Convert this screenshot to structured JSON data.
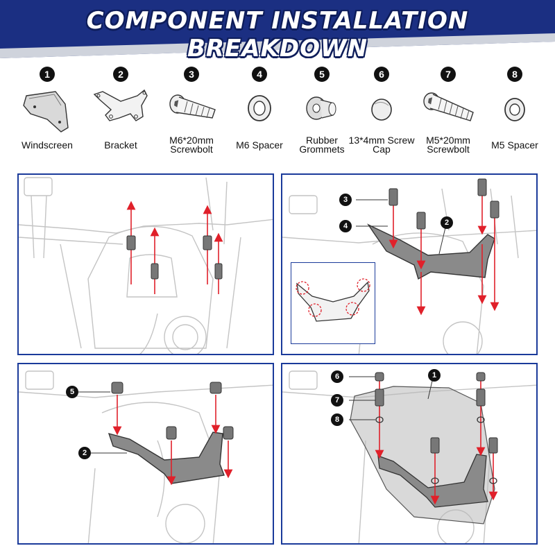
{
  "header": {
    "title": "COMPONENT INSTALLATION BREAKDOWN",
    "bg_color": "#1b2f82",
    "accent_color": "#cfd3dc"
  },
  "parts": [
    {
      "number": "1",
      "label": "Windscreen",
      "icon": "windscreen-icon"
    },
    {
      "number": "2",
      "label": "Bracket",
      "icon": "bracket-icon"
    },
    {
      "number": "3",
      "label": "M6*20mm Screwbolt",
      "icon": "screwbolt-icon"
    },
    {
      "number": "4",
      "label": "M6 Spacer",
      "icon": "spacer-icon"
    },
    {
      "number": "5",
      "label": "Rubber Grommets",
      "icon": "grommet-icon"
    },
    {
      "number": "6",
      "label": "13*4mm Screw Cap",
      "icon": "screw-cap-icon"
    },
    {
      "number": "7",
      "label": "M5*20mm Screwbolt",
      "icon": "screwbolt-icon"
    },
    {
      "number": "8",
      "label": "M5 Spacer",
      "icon": "spacer-icon"
    }
  ],
  "steps": {
    "step1": {
      "callouts": []
    },
    "step2": {
      "callouts": [
        "3",
        "4",
        "2"
      ]
    },
    "step3": {
      "callouts": [
        "5",
        "2"
      ]
    },
    "step4": {
      "callouts": [
        "6",
        "7",
        "8",
        "1"
      ]
    }
  },
  "colors": {
    "arrow": "#e0202a",
    "frame": "#1a3a9a",
    "line_art": "#c4c4c4"
  }
}
